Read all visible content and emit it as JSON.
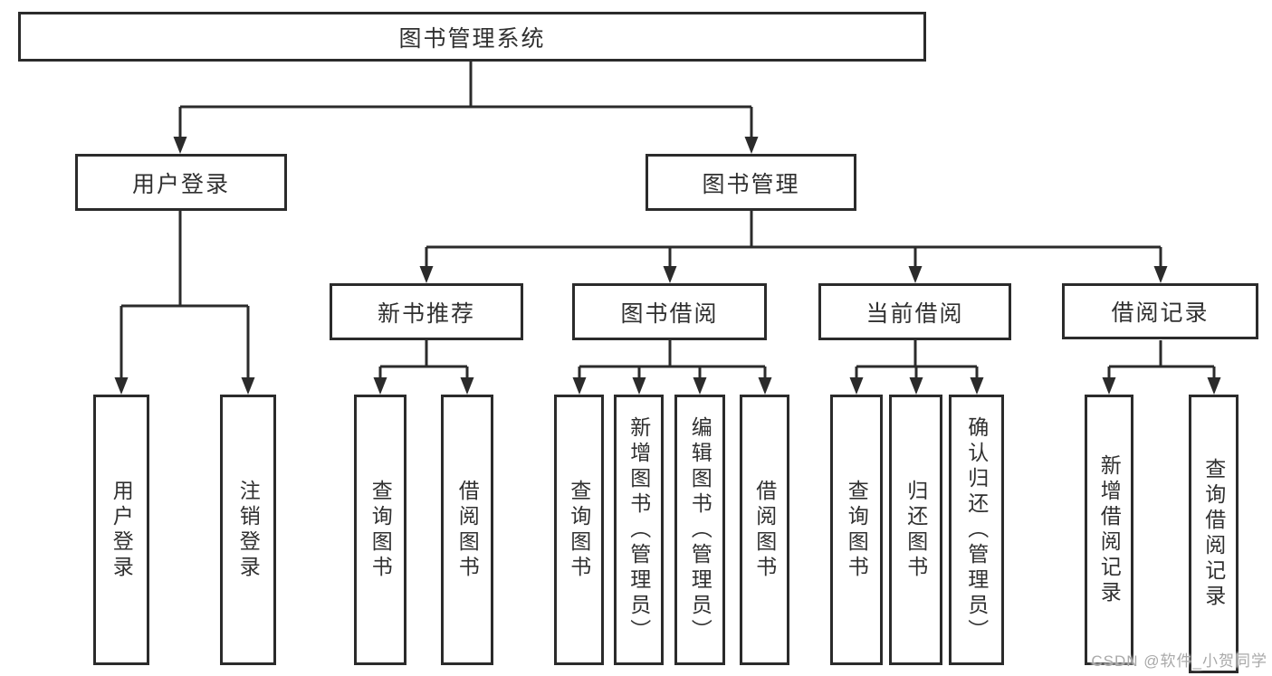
{
  "diagram_title": "图书管理系统",
  "tree": {
    "label": "图书管理系统",
    "children": [
      {
        "label": "用户登录",
        "children": [
          {
            "label": "用户登录"
          },
          {
            "label": "注销登录"
          }
        ]
      },
      {
        "label": "图书管理",
        "children": [
          {
            "label": "新书推荐",
            "children": [
              {
                "label": "查询图书"
              },
              {
                "label": "借阅图书"
              }
            ]
          },
          {
            "label": "图书借阅",
            "children": [
              {
                "label": "查询图书"
              },
              {
                "label": "新增图书（管理员）"
              },
              {
                "label": "编辑图书（管理员）"
              },
              {
                "label": "借阅图书"
              }
            ]
          },
          {
            "label": "当前借阅",
            "children": [
              {
                "label": "查询图书"
              },
              {
                "label": "归还图书"
              },
              {
                "label": "确认归还（管理员）"
              }
            ]
          },
          {
            "label": "借阅记录",
            "children": [
              {
                "label": "新增借阅记录"
              },
              {
                "label": "查询借阅记录"
              }
            ]
          }
        ]
      }
    ]
  },
  "watermark": {
    "text": "CSDN @软件_小贺同学"
  },
  "colors": {
    "line": "#2b2b2b",
    "text": "#303030",
    "background": "#ffffff",
    "watermark": "#a9a9a9"
  }
}
